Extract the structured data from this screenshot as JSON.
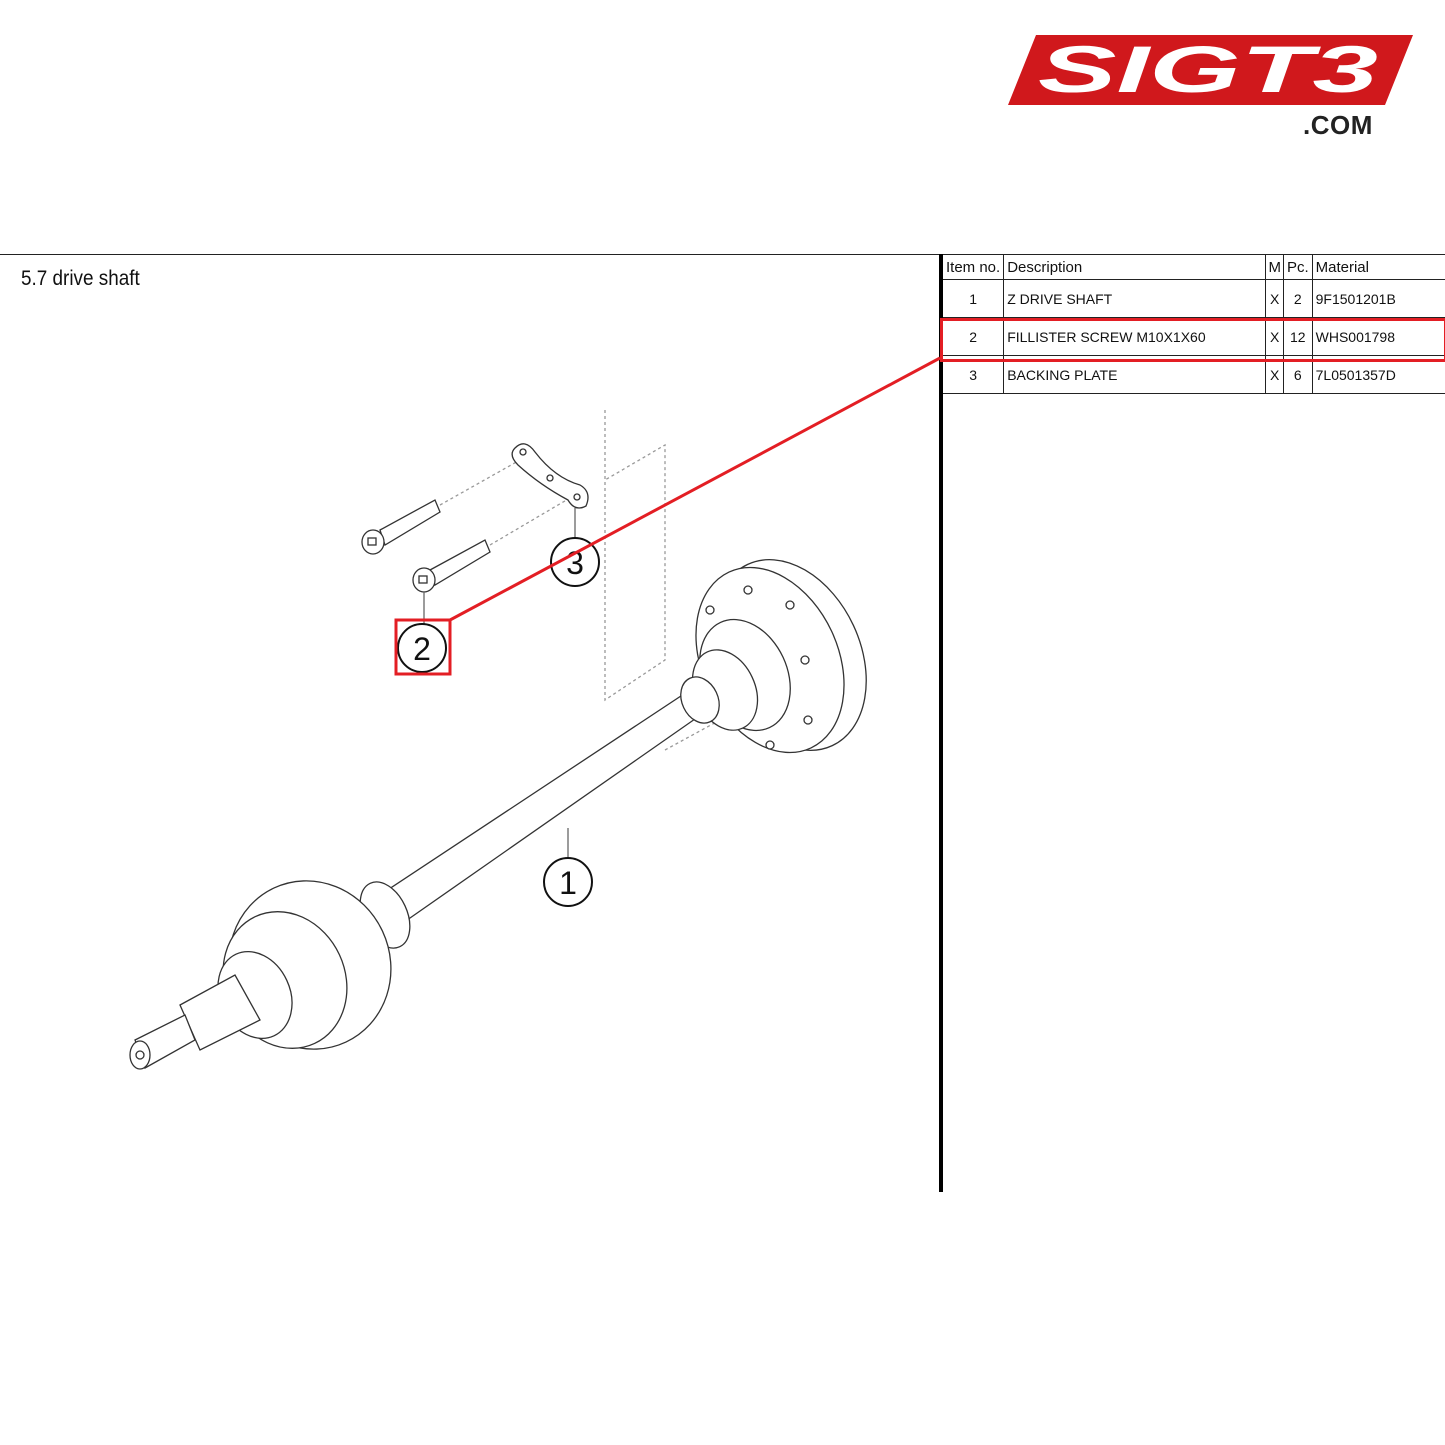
{
  "logo": {
    "text": "SIGT3",
    "domain": ".COM",
    "color": "#d0181c"
  },
  "section_title": "5.7  drive shaft",
  "table": {
    "headers": {
      "item": "Item no.",
      "description": "Description",
      "m": "M",
      "pc": "Pc.",
      "material": "Material"
    },
    "rows": [
      {
        "item": "1",
        "description": "Z DRIVE SHAFT",
        "m": "X",
        "pc": "2",
        "material": "9F1501201B"
      },
      {
        "item": "2",
        "description": "FILLISTER SCREW M10X1X60",
        "m": "X",
        "pc": "12",
        "material": "WHS001798"
      },
      {
        "item": "3",
        "description": "BACKING PLATE",
        "m": "X",
        "pc": "6",
        "material": "7L0501357D"
      }
    ],
    "highlighted_item": "2"
  },
  "callouts": [
    "1",
    "2",
    "3"
  ],
  "highlight_color": "#e31e24"
}
